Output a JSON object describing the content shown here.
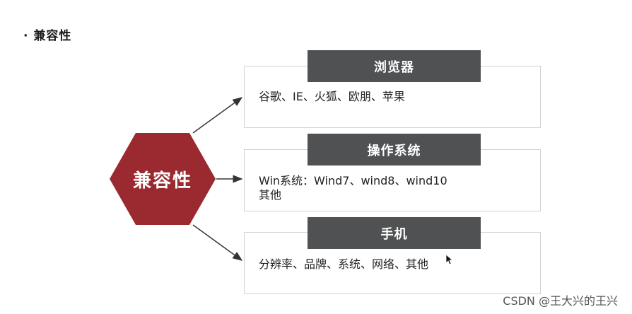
{
  "heading": "· 兼容性",
  "center": {
    "label": "兼容性",
    "color": "#9b2a30"
  },
  "cards": [
    {
      "title": "浏览器",
      "lines": [
        "谷歌、IE、火狐、欧朋、苹果"
      ]
    },
    {
      "title": "操作系统",
      "lines": [
        "Win系统：Wind7、wind8、wind10",
        "其他"
      ]
    },
    {
      "title": "手机",
      "lines": [
        "分辨率、品牌、系统、网络、其他"
      ]
    }
  ],
  "colors": {
    "tag_background": "#4f5152",
    "card_border": "#d2d2d2",
    "arrow": "#333333"
  },
  "watermark": "CSDN @王大兴的王兴"
}
